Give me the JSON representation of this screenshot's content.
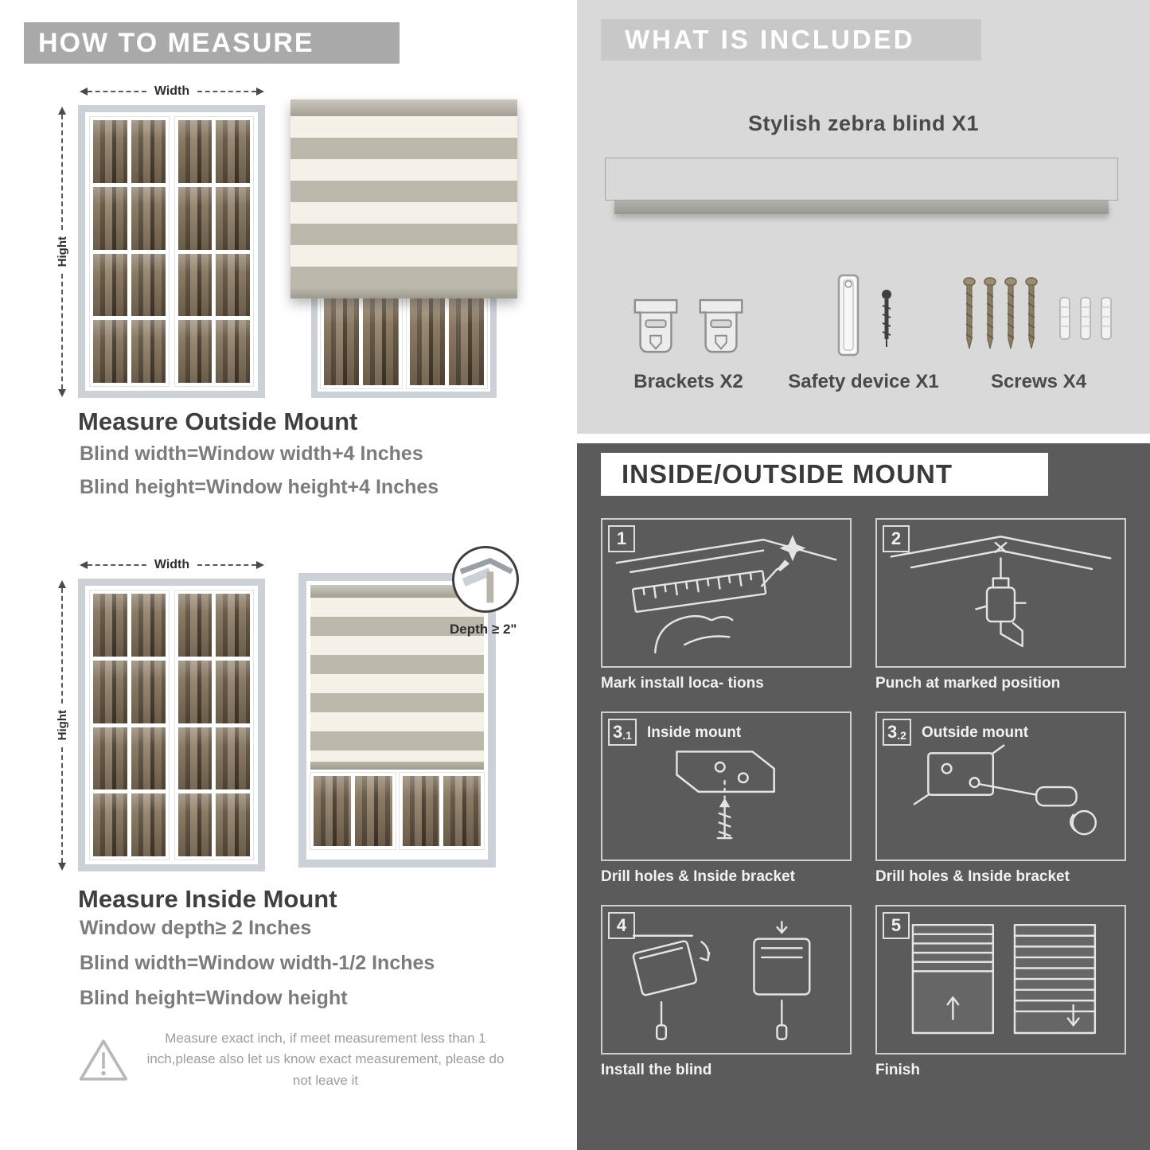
{
  "colors": {
    "banner_gray": "#a9a9a9",
    "included_bg": "#d9d9d9",
    "included_banner_bg": "#c8c8c8",
    "dark_bg": "#5b5b5b",
    "heading_text": "#3f3f3f",
    "body_text": "#7c7c7c",
    "label_text": "#4a4a4a",
    "caption_text": "#f2f2f2",
    "stripe_gray": "#bdb8ac",
    "stripe_sheer": "#f5f1e8"
  },
  "left": {
    "banner": "HOW TO MEASURE",
    "outside": {
      "width_label": "Width",
      "height_label": "Hight",
      "heading": "Measure Outside Mount",
      "lines": [
        "Blind width=Window width+4 Inches",
        "Blind height=Window height+4 Inches"
      ]
    },
    "inside": {
      "width_label": "Width",
      "height_label": "Hight",
      "depth_label": "Depth ≥ 2\"",
      "heading": "Measure Inside Mount",
      "lines": [
        "Window depth≥ 2 Inches",
        "Blind width=Window width-1/2 Inches",
        "Blind height=Window height"
      ]
    },
    "warning_text": "Measure exact inch, if meet measurement less than 1 inch,please also let us know exact measurement, please do not leave it"
  },
  "right": {
    "included": {
      "banner": "WHAT IS INCLUDED",
      "product_label": "Stylish zebra blind X1",
      "items": [
        {
          "label": "Brackets X2"
        },
        {
          "label": "Safety device X1"
        },
        {
          "label": "Screws X4"
        }
      ]
    },
    "mount": {
      "banner": "INSIDE/OUTSIDE MOUNT",
      "steps": [
        {
          "num": "1",
          "sub": "",
          "title": "",
          "caption": "Mark install loca- tions"
        },
        {
          "num": "2",
          "sub": "",
          "title": "",
          "caption": "Punch at  marked position"
        },
        {
          "num": "3",
          "sub": ".1",
          "title": "Inside mount",
          "caption": "Drill holes &  Inside bracket"
        },
        {
          "num": "3",
          "sub": ".2",
          "title": "Outside mount",
          "caption": "Drill holes &  Inside bracket"
        },
        {
          "num": "4",
          "sub": "",
          "title": "",
          "caption": "Install the blind"
        },
        {
          "num": "5",
          "sub": "",
          "title": "",
          "caption": "Finish"
        }
      ]
    }
  }
}
